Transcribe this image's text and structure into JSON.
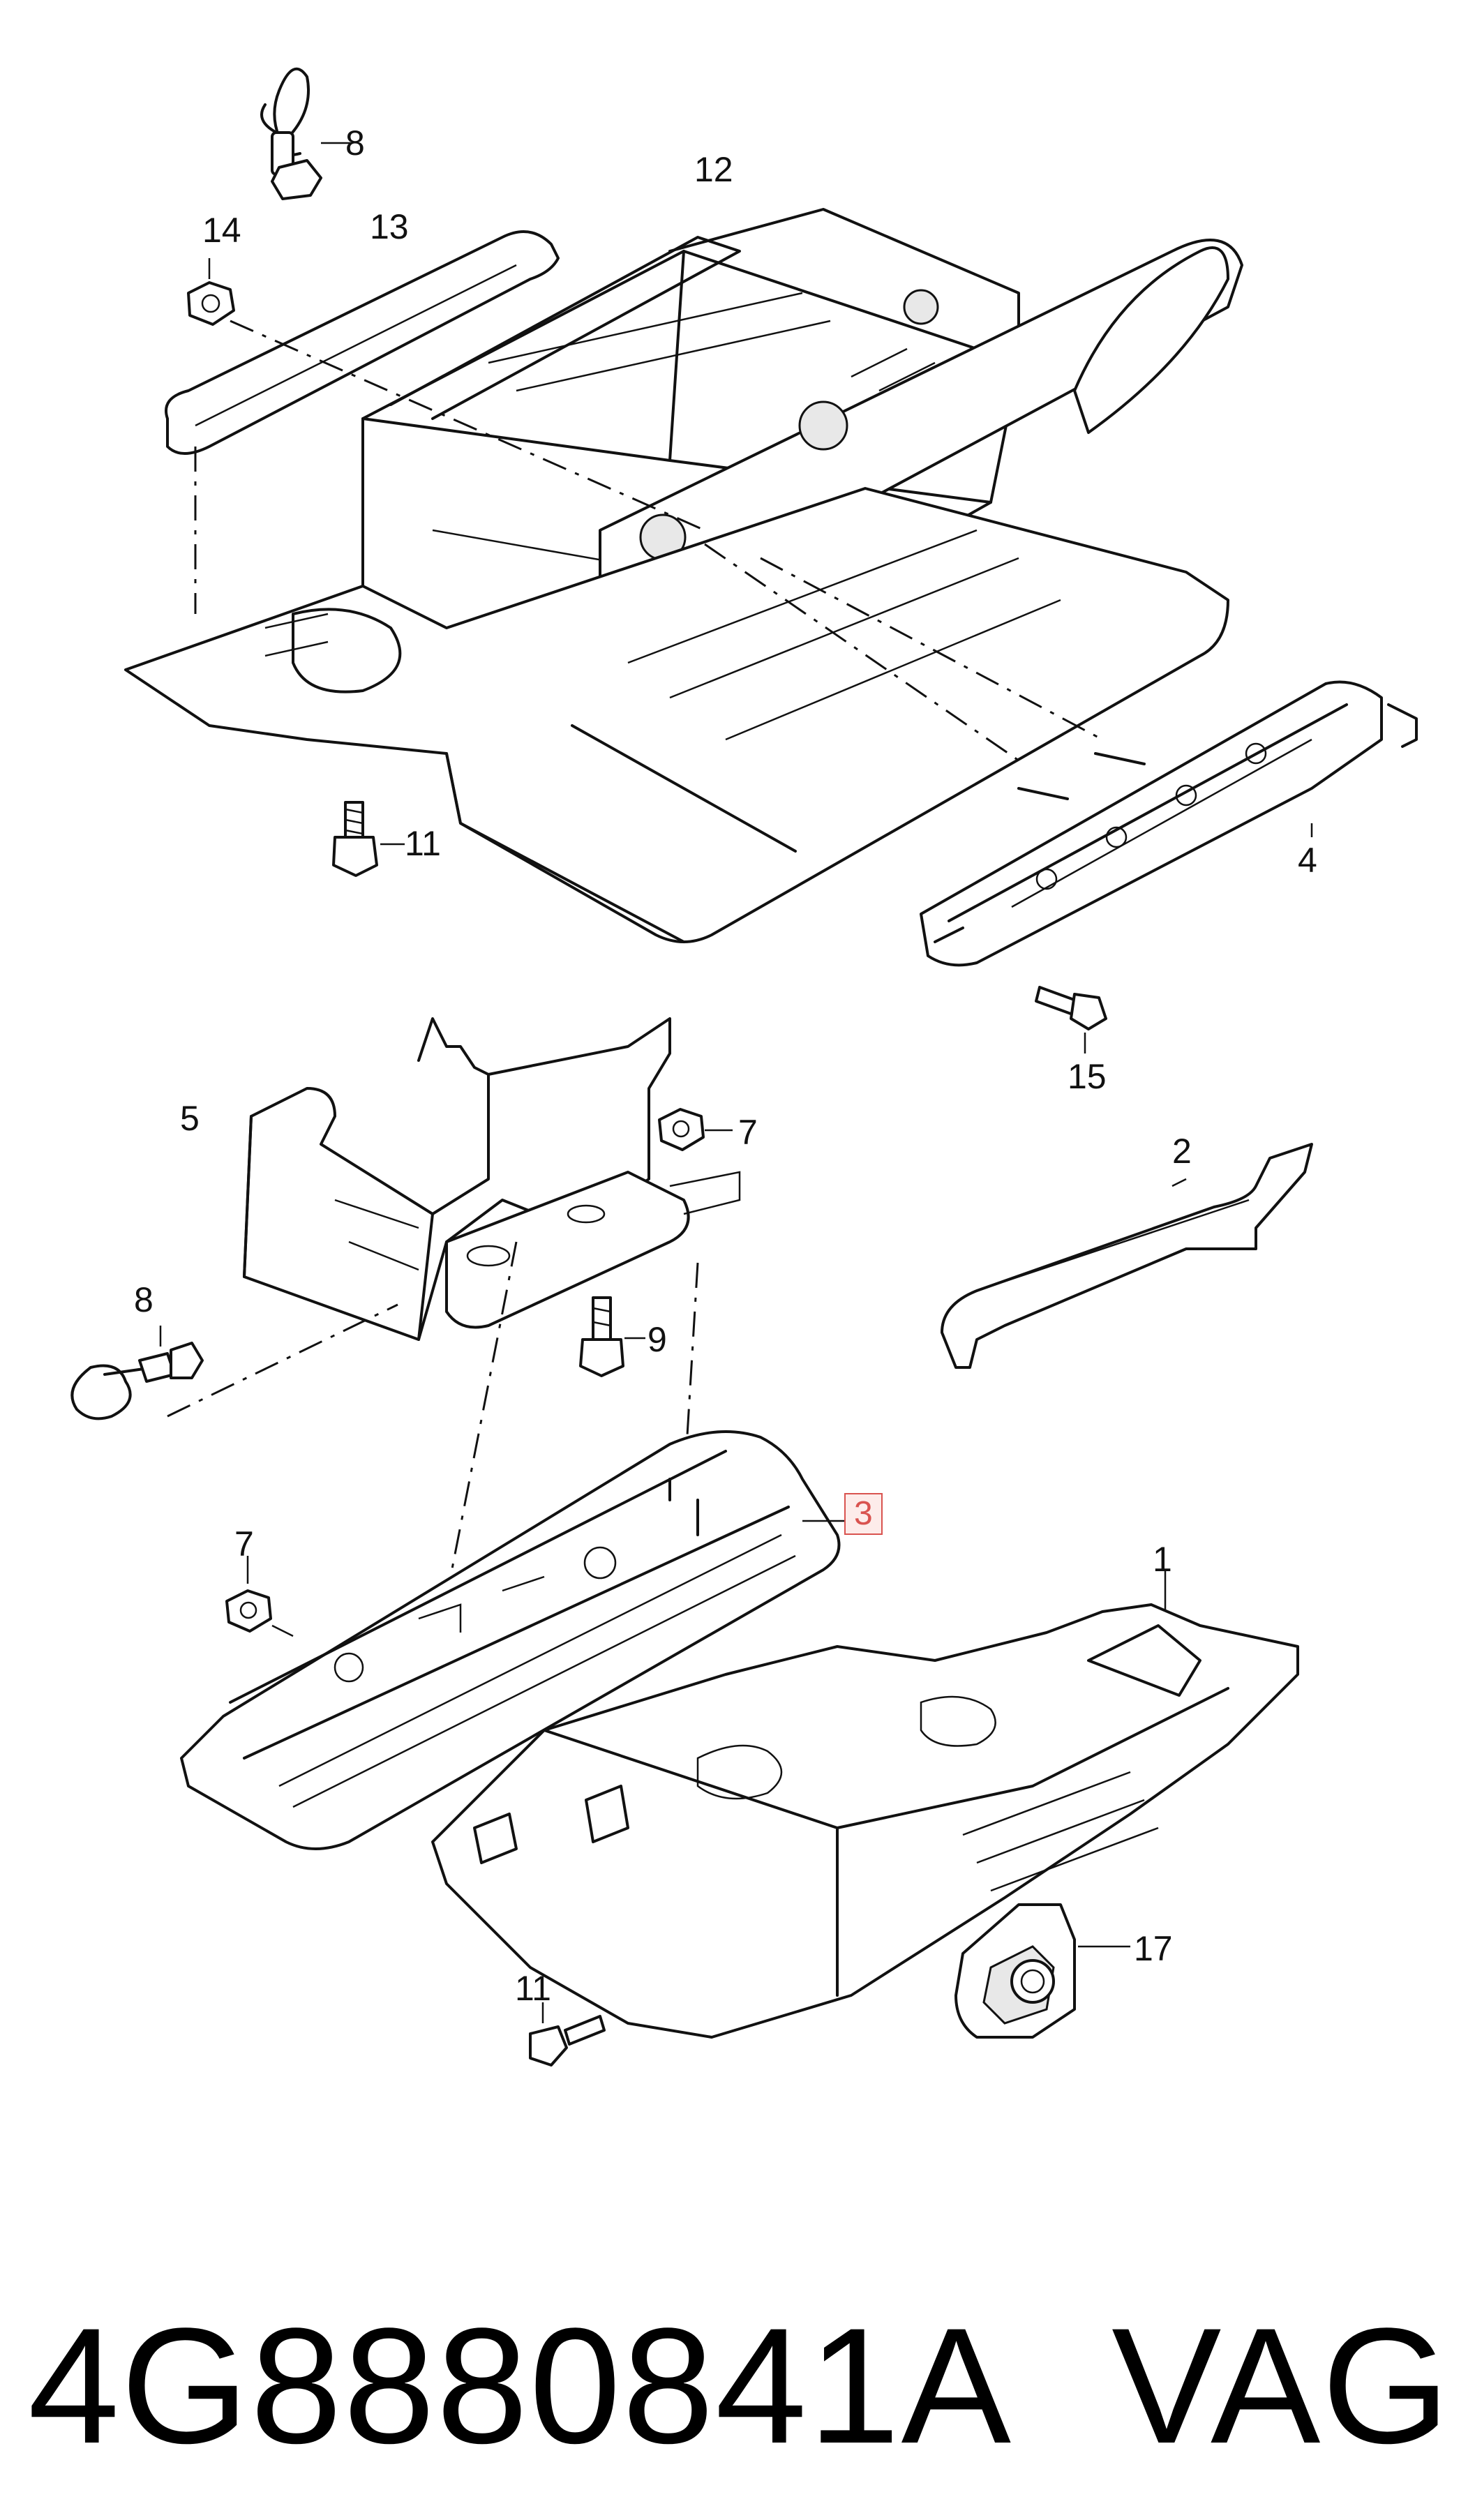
{
  "callouts": {
    "c8_top": "8",
    "c12": "12",
    "c14": "14",
    "c13": "13",
    "c11_top": "11",
    "c4": "4",
    "c15": "15",
    "c5": "5",
    "c7_mid": "7",
    "c2": "2",
    "c8_mid": "8",
    "c9": "9",
    "c3": "3",
    "c7_low": "7",
    "c1": "1",
    "c17": "17",
    "c11_low": "11"
  },
  "footer": {
    "part_number": "4G8880841A",
    "brand": "VAG"
  },
  "colors": {
    "line": "#111111",
    "highlight_border": "#d9534f",
    "highlight_fill": "#fdecea"
  }
}
